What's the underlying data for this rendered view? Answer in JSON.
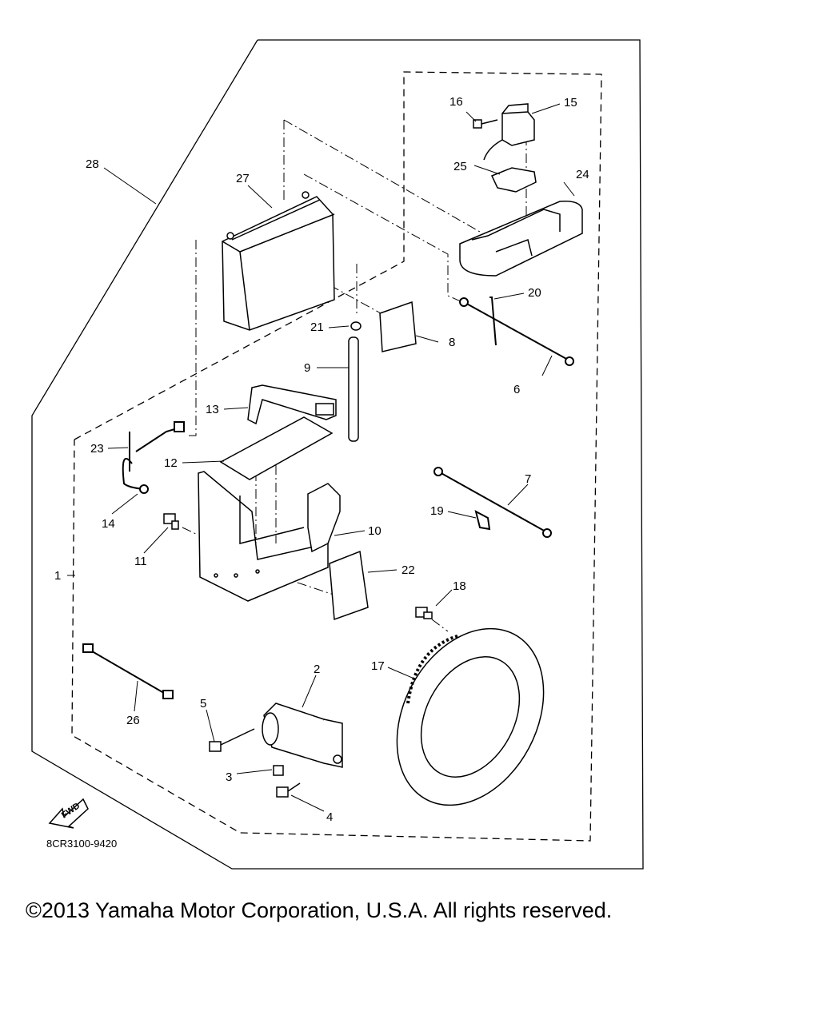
{
  "diagram": {
    "drawing_code": "8CR3100-9420",
    "direction_label": "FWD",
    "callouts": [
      "1",
      "2",
      "3",
      "4",
      "5",
      "6",
      "7",
      "8",
      "9",
      "10",
      "11",
      "12",
      "13",
      "14",
      "15",
      "16",
      "17",
      "18",
      "19",
      "20",
      "21",
      "22",
      "23",
      "24",
      "25",
      "26",
      "27",
      "28"
    ]
  },
  "footer": {
    "copyright": "©2013 Yamaha Motor Corporation, U.S.A. All rights reserved."
  }
}
